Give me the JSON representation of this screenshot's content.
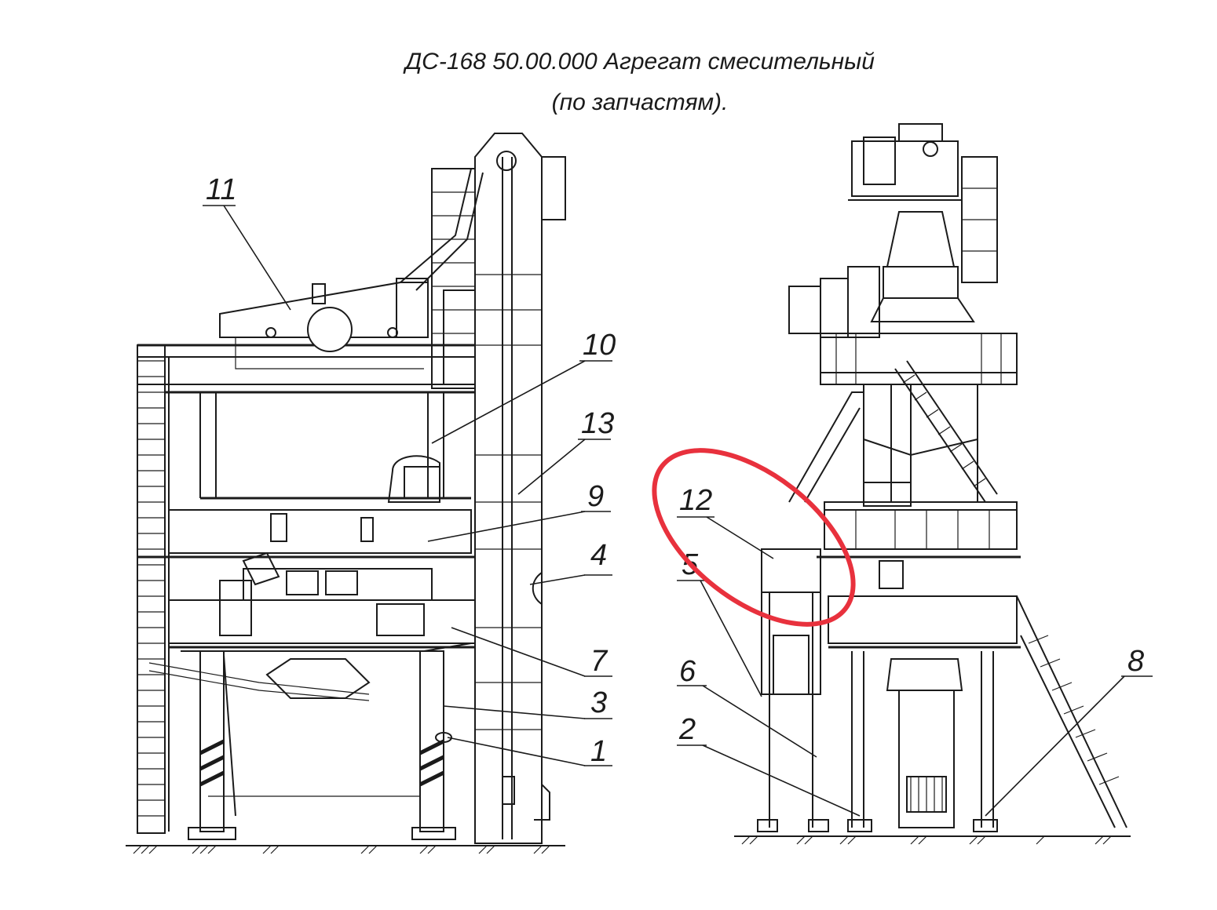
{
  "title": {
    "line1": "ДС-168 50.00.000 Агрегат смесительный",
    "line2": "(по запчастям)."
  },
  "callouts": {
    "c1": "1",
    "c2": "2",
    "c3": "3",
    "c4": "4",
    "c5": "5",
    "c6": "6",
    "c7": "7",
    "c8": "8",
    "c9": "9",
    "c10": "10",
    "c11": "11",
    "c12": "12",
    "c13": "13"
  },
  "highlight": {
    "color": "#e8313d",
    "target": "12"
  }
}
